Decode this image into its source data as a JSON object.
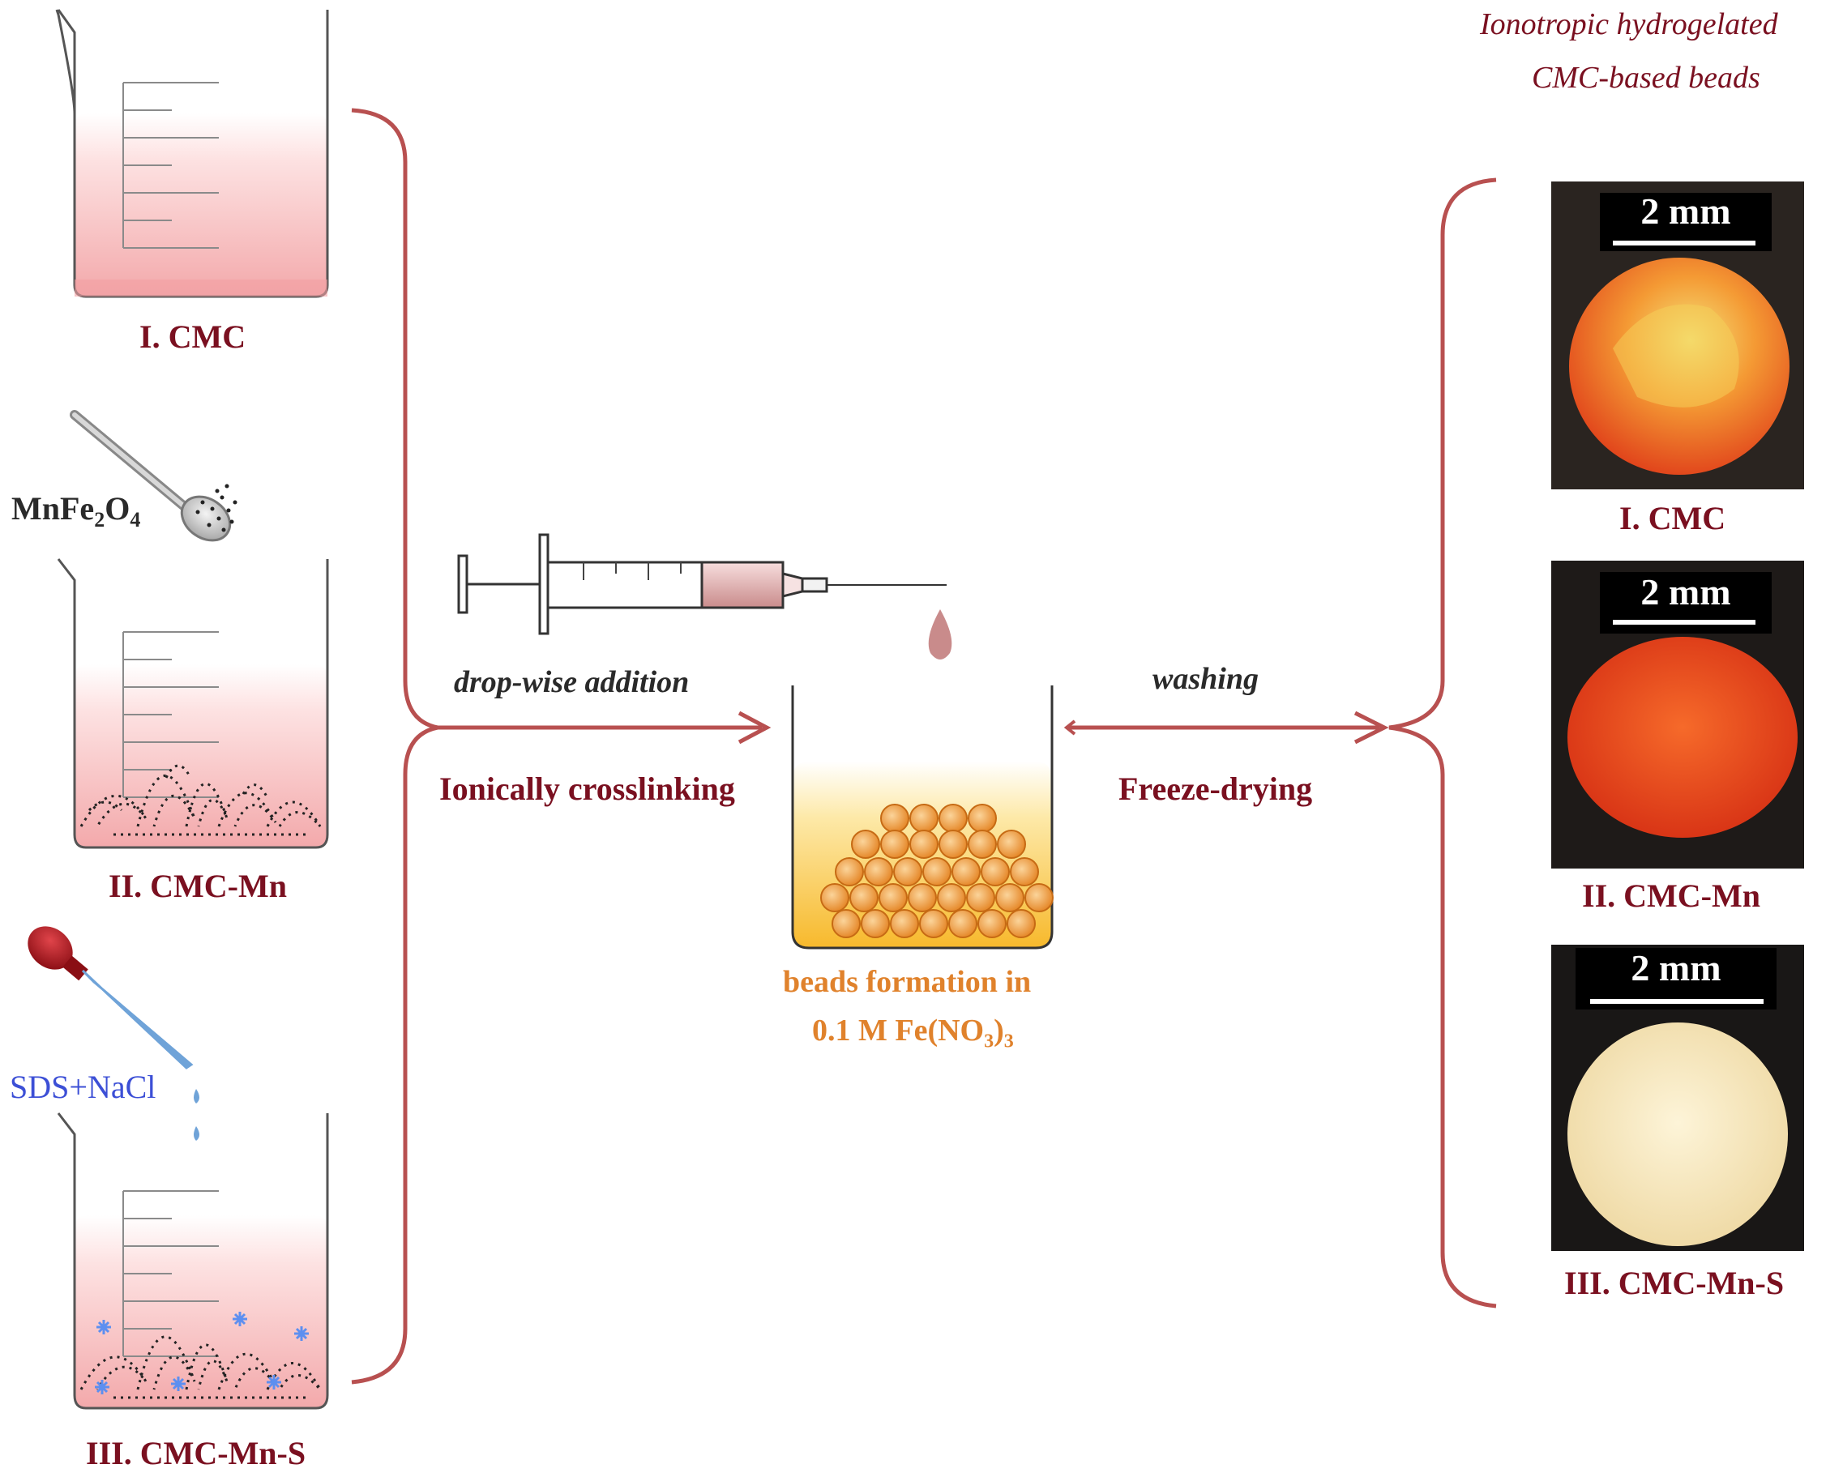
{
  "header": {
    "line1": "Ionotropic hydrogelated",
    "line2": "CMC-based beads"
  },
  "beakers": [
    {
      "caption": "I. CMC"
    },
    {
      "caption": "II. CMC-Mn"
    },
    {
      "caption": "III. CMC-Mn-S"
    }
  ],
  "reagents": {
    "spoon_main": "MnFe",
    "spoon_sub1": "2",
    "spoon_mid": "O",
    "spoon_sub2": "4",
    "dropper_label": "SDS+NaCl"
  },
  "process": {
    "addition_label": "drop-wise addition",
    "crosslink_label": "Ionically crosslinking",
    "washing_label": "washing",
    "drying_label": "Freeze-drying",
    "formation_line1": "beads formation in",
    "formation_line2_main": "0.1 M Fe(NO",
    "formation_line2_sub1": "3",
    "formation_line2_close": ")",
    "formation_line2_sub2": "3"
  },
  "photos": [
    {
      "caption": "I. CMC",
      "scale": "2 mm",
      "bead_color": "#f0541c"
    },
    {
      "caption": "II. CMC-Mn",
      "scale": "2 mm",
      "bead_color": "#e8401a"
    },
    {
      "caption": "III. CMC-Mn-S",
      "scale": "2 mm",
      "bead_color": "#f6e6b4"
    }
  ],
  "colors": {
    "brace": "#b85050",
    "caption": "#7a1020",
    "liquid_pink": "#f4b4b4",
    "liquid_yellow": "#f9c84a",
    "bead_orange": "#f0a24a",
    "dropper_blue": "#3c4fd6"
  }
}
